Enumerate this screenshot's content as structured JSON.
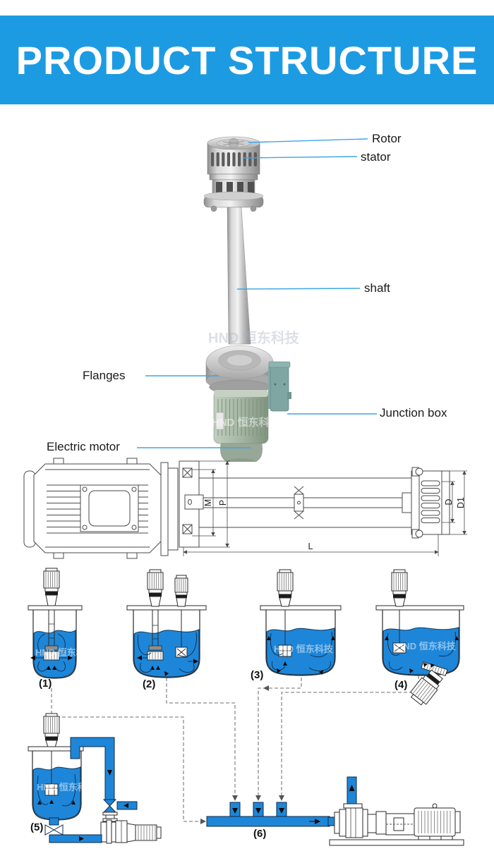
{
  "header": {
    "title": "PRODUCT STRUCTURE",
    "bg_color": "#1d9be2",
    "text_color": "#ffffff"
  },
  "photo": {
    "labels": {
      "rotor": "Rotor",
      "stator": "stator",
      "shaft": "shaft",
      "flanges": "Flanges",
      "junction_box": "Junction box",
      "electric_motor": "Electric motor"
    },
    "leader_color": "#3ea6e3"
  },
  "drawing": {
    "dims": {
      "m": "M",
      "p": "P",
      "l": "L",
      "d": "D",
      "d1": "D1"
    }
  },
  "diagrams": {
    "labels": [
      "(1)",
      "(2)",
      "(3)",
      "(4)",
      "(5)",
      "(6)"
    ],
    "pipe_color": "#1e86d8",
    "dash_color": "#8c8c8c"
  },
  "watermark": {
    "text": "HND 恒东科技"
  }
}
